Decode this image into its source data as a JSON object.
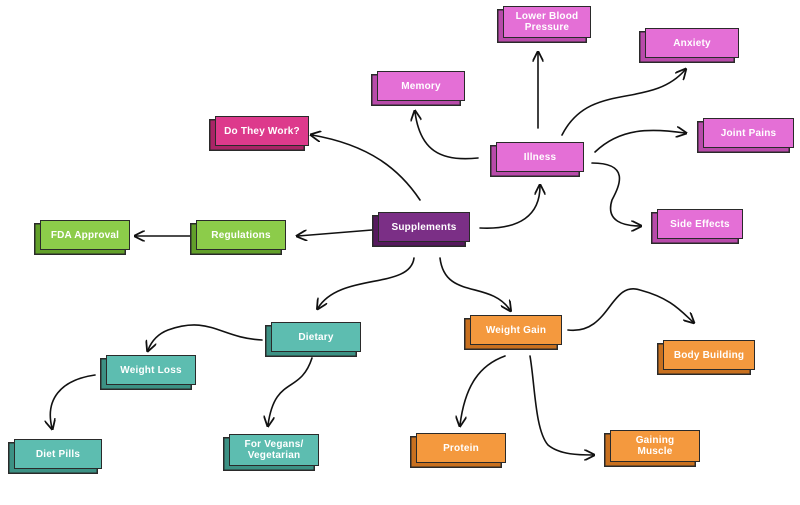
{
  "nodes": {
    "supplements": {
      "label": "Supplements"
    },
    "illness": {
      "label": "Illness"
    },
    "memory": {
      "label": "Memory"
    },
    "lower_blood": {
      "label": "Lower Blood\nPressure"
    },
    "anxiety": {
      "label": "Anxiety"
    },
    "joint_pains": {
      "label": "Joint Pains"
    },
    "side_effects": {
      "label": "Side Effects"
    },
    "do_they_work": {
      "label": "Do They Work?"
    },
    "regulations": {
      "label": "Regulations"
    },
    "fda_approval": {
      "label": "FDA Approval"
    },
    "dietary": {
      "label": "Dietary"
    },
    "weight_loss": {
      "label": "Weight Loss"
    },
    "diet_pills": {
      "label": "Diet Pills"
    },
    "vegans": {
      "label": "For Vegans/\nVegetarian"
    },
    "weight_gain": {
      "label": "Weight Gain"
    },
    "body_building": {
      "label": "Body Building"
    },
    "protein": {
      "label": "Protein"
    },
    "gaining_muscle": {
      "label": "Gaining\nMuscle"
    }
  },
  "colors": {
    "pink": "#e46fd6",
    "magenta": "#dd3a8c",
    "purple": "#7b2f86",
    "green": "#8ccc4a",
    "teal": "#5dbdb0",
    "orange": "#f4993e",
    "outline": "#2a2a2a"
  }
}
